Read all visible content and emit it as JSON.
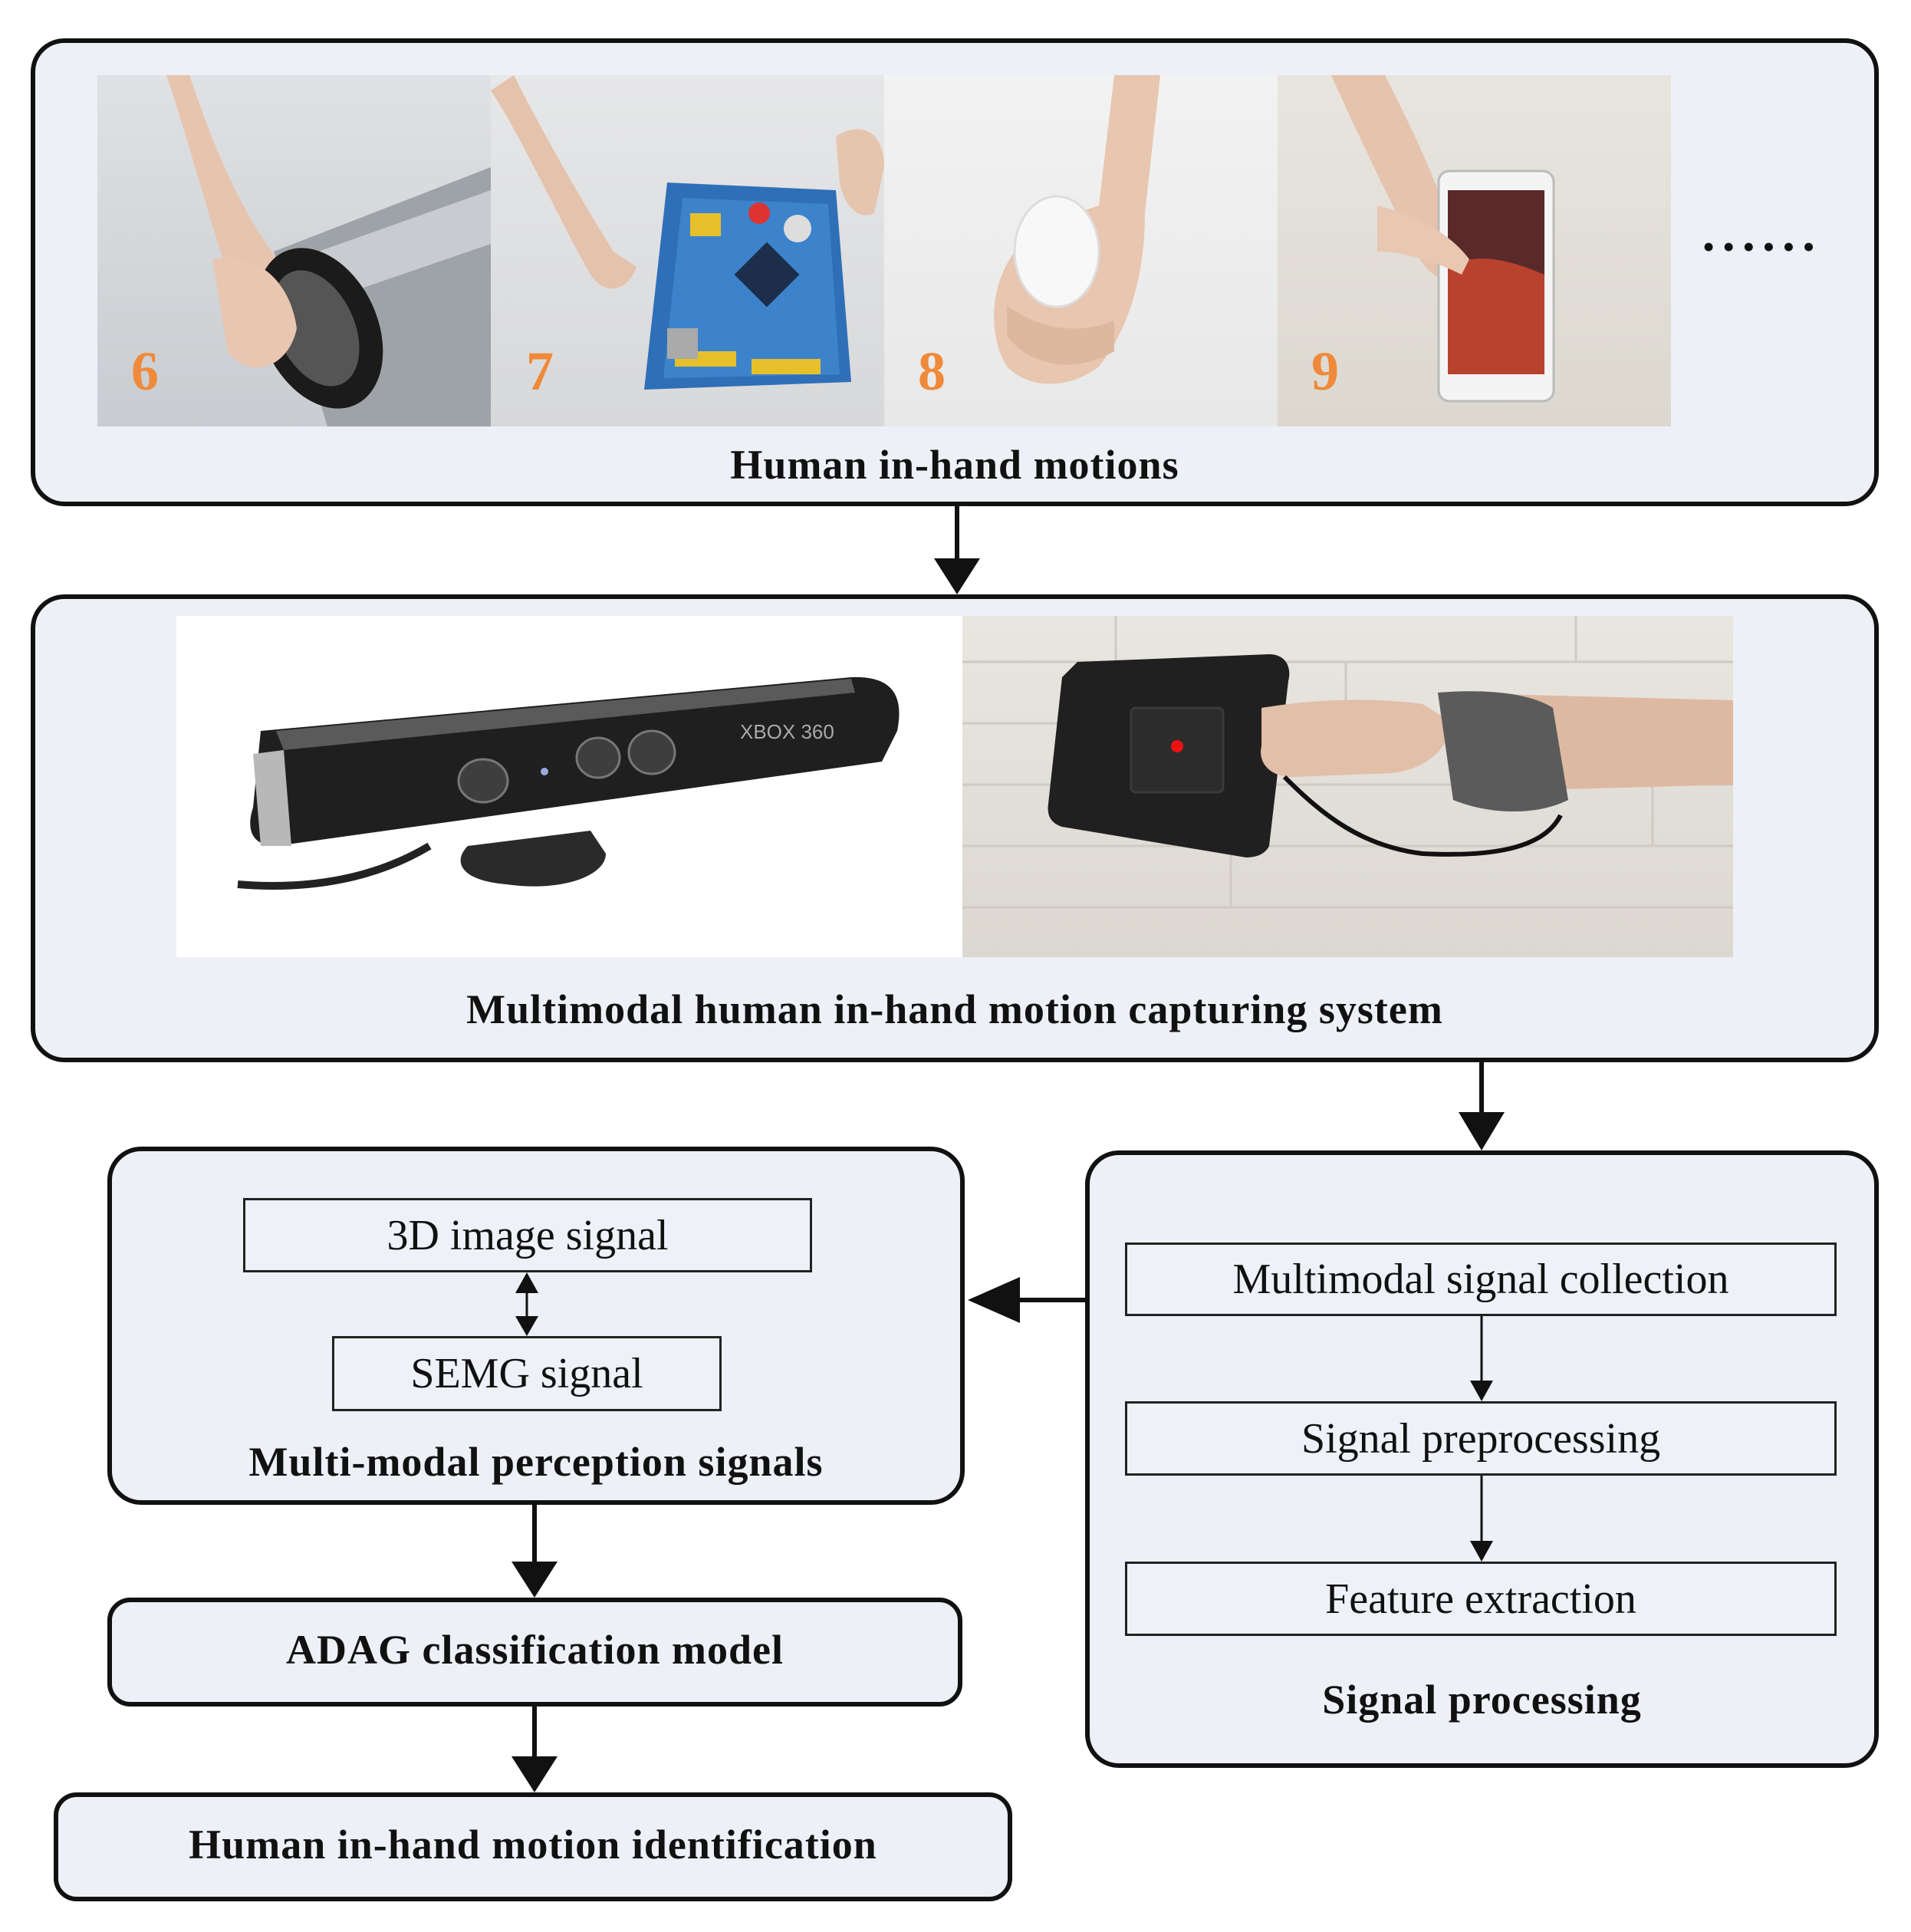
{
  "top_panel": {
    "title": "Human in-hand motions",
    "motions": [
      {
        "number": "6",
        "object": "stainless steel bottle"
      },
      {
        "number": "7",
        "object": "circuit board"
      },
      {
        "number": "8",
        "object": "egg"
      },
      {
        "number": "9",
        "object": "smartphone"
      }
    ],
    "ellipsis": "••••••"
  },
  "capture_panel": {
    "title": "Multimodal human in-hand motion capturing system",
    "device_label": "XBOX 360"
  },
  "signal_processing": {
    "title": "Signal processing",
    "steps": [
      "Multimodal signal collection",
      "Signal preprocessing",
      "Feature extraction"
    ]
  },
  "perception": {
    "title": "Multi-modal perception signals",
    "signals": [
      "3D image signal",
      "SEMG signal"
    ]
  },
  "classification": {
    "label": "ADAG classification model"
  },
  "identification": {
    "label": "Human in-hand motion identification"
  },
  "colors": {
    "panel_fill": "#edf0f6",
    "number_color": "#ee8a3a",
    "border": "#111111"
  }
}
